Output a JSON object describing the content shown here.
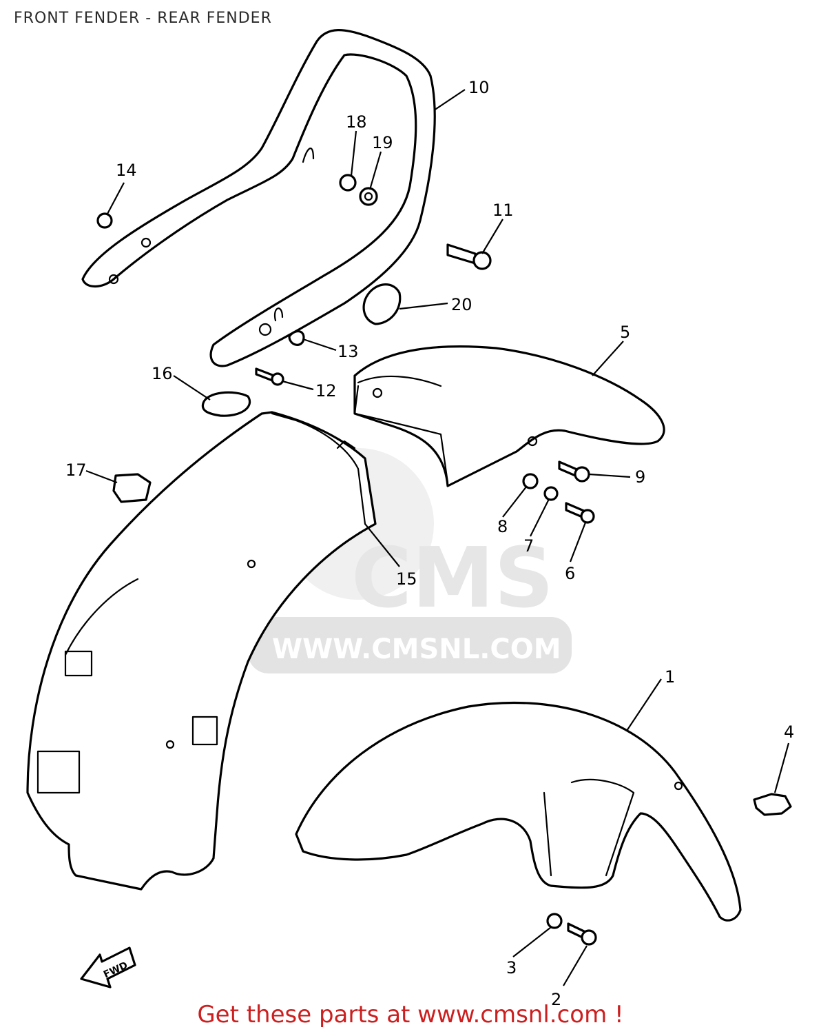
{
  "header": {
    "title": "FRONT FENDER - REAR FENDER"
  },
  "watermark": {
    "brand": "CMS",
    "url": "WWW.CMSNL.COM"
  },
  "footer": {
    "text": "Get these parts at www.cmsnl.com !"
  },
  "direction_arrow": {
    "label": "FWD"
  },
  "callouts": [
    "1",
    "2",
    "3",
    "4",
    "5",
    "6",
    "7",
    "8",
    "9",
    "10",
    "11",
    "12",
    "13",
    "14",
    "15",
    "16",
    "17",
    "18",
    "19",
    "20"
  ],
  "colors": {
    "footer_text": "#cc1f1f",
    "watermark": "#e3e3e3",
    "line": "#000000"
  }
}
